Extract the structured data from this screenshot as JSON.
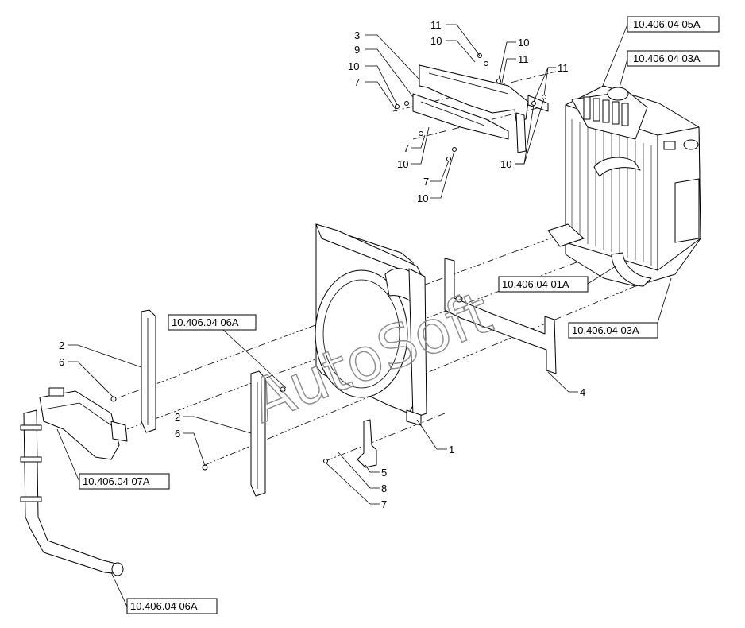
{
  "watermark": "AutoSoft",
  "references": [
    {
      "id": "ref-top-1",
      "label": "10.406.04 05A"
    },
    {
      "id": "ref-top-2",
      "label": "10.406.04 03A"
    },
    {
      "id": "ref-mid-1",
      "label": "10.406.04 01A"
    },
    {
      "id": "ref-mid-2",
      "label": "10.406.04 03A"
    },
    {
      "id": "ref-left-1",
      "label": "10.406.04 06A"
    },
    {
      "id": "ref-left-2",
      "label": "10.406.04 07A"
    },
    {
      "id": "ref-bottom",
      "label": "10.406.04 06A"
    }
  ],
  "callouts": [
    "11",
    "10",
    "10",
    "11",
    "3",
    "9",
    "10",
    "7",
    "11",
    "7",
    "10",
    "10",
    "7",
    "10",
    "2",
    "6",
    "2",
    "6",
    "1",
    "4",
    "5",
    "8",
    "7"
  ]
}
